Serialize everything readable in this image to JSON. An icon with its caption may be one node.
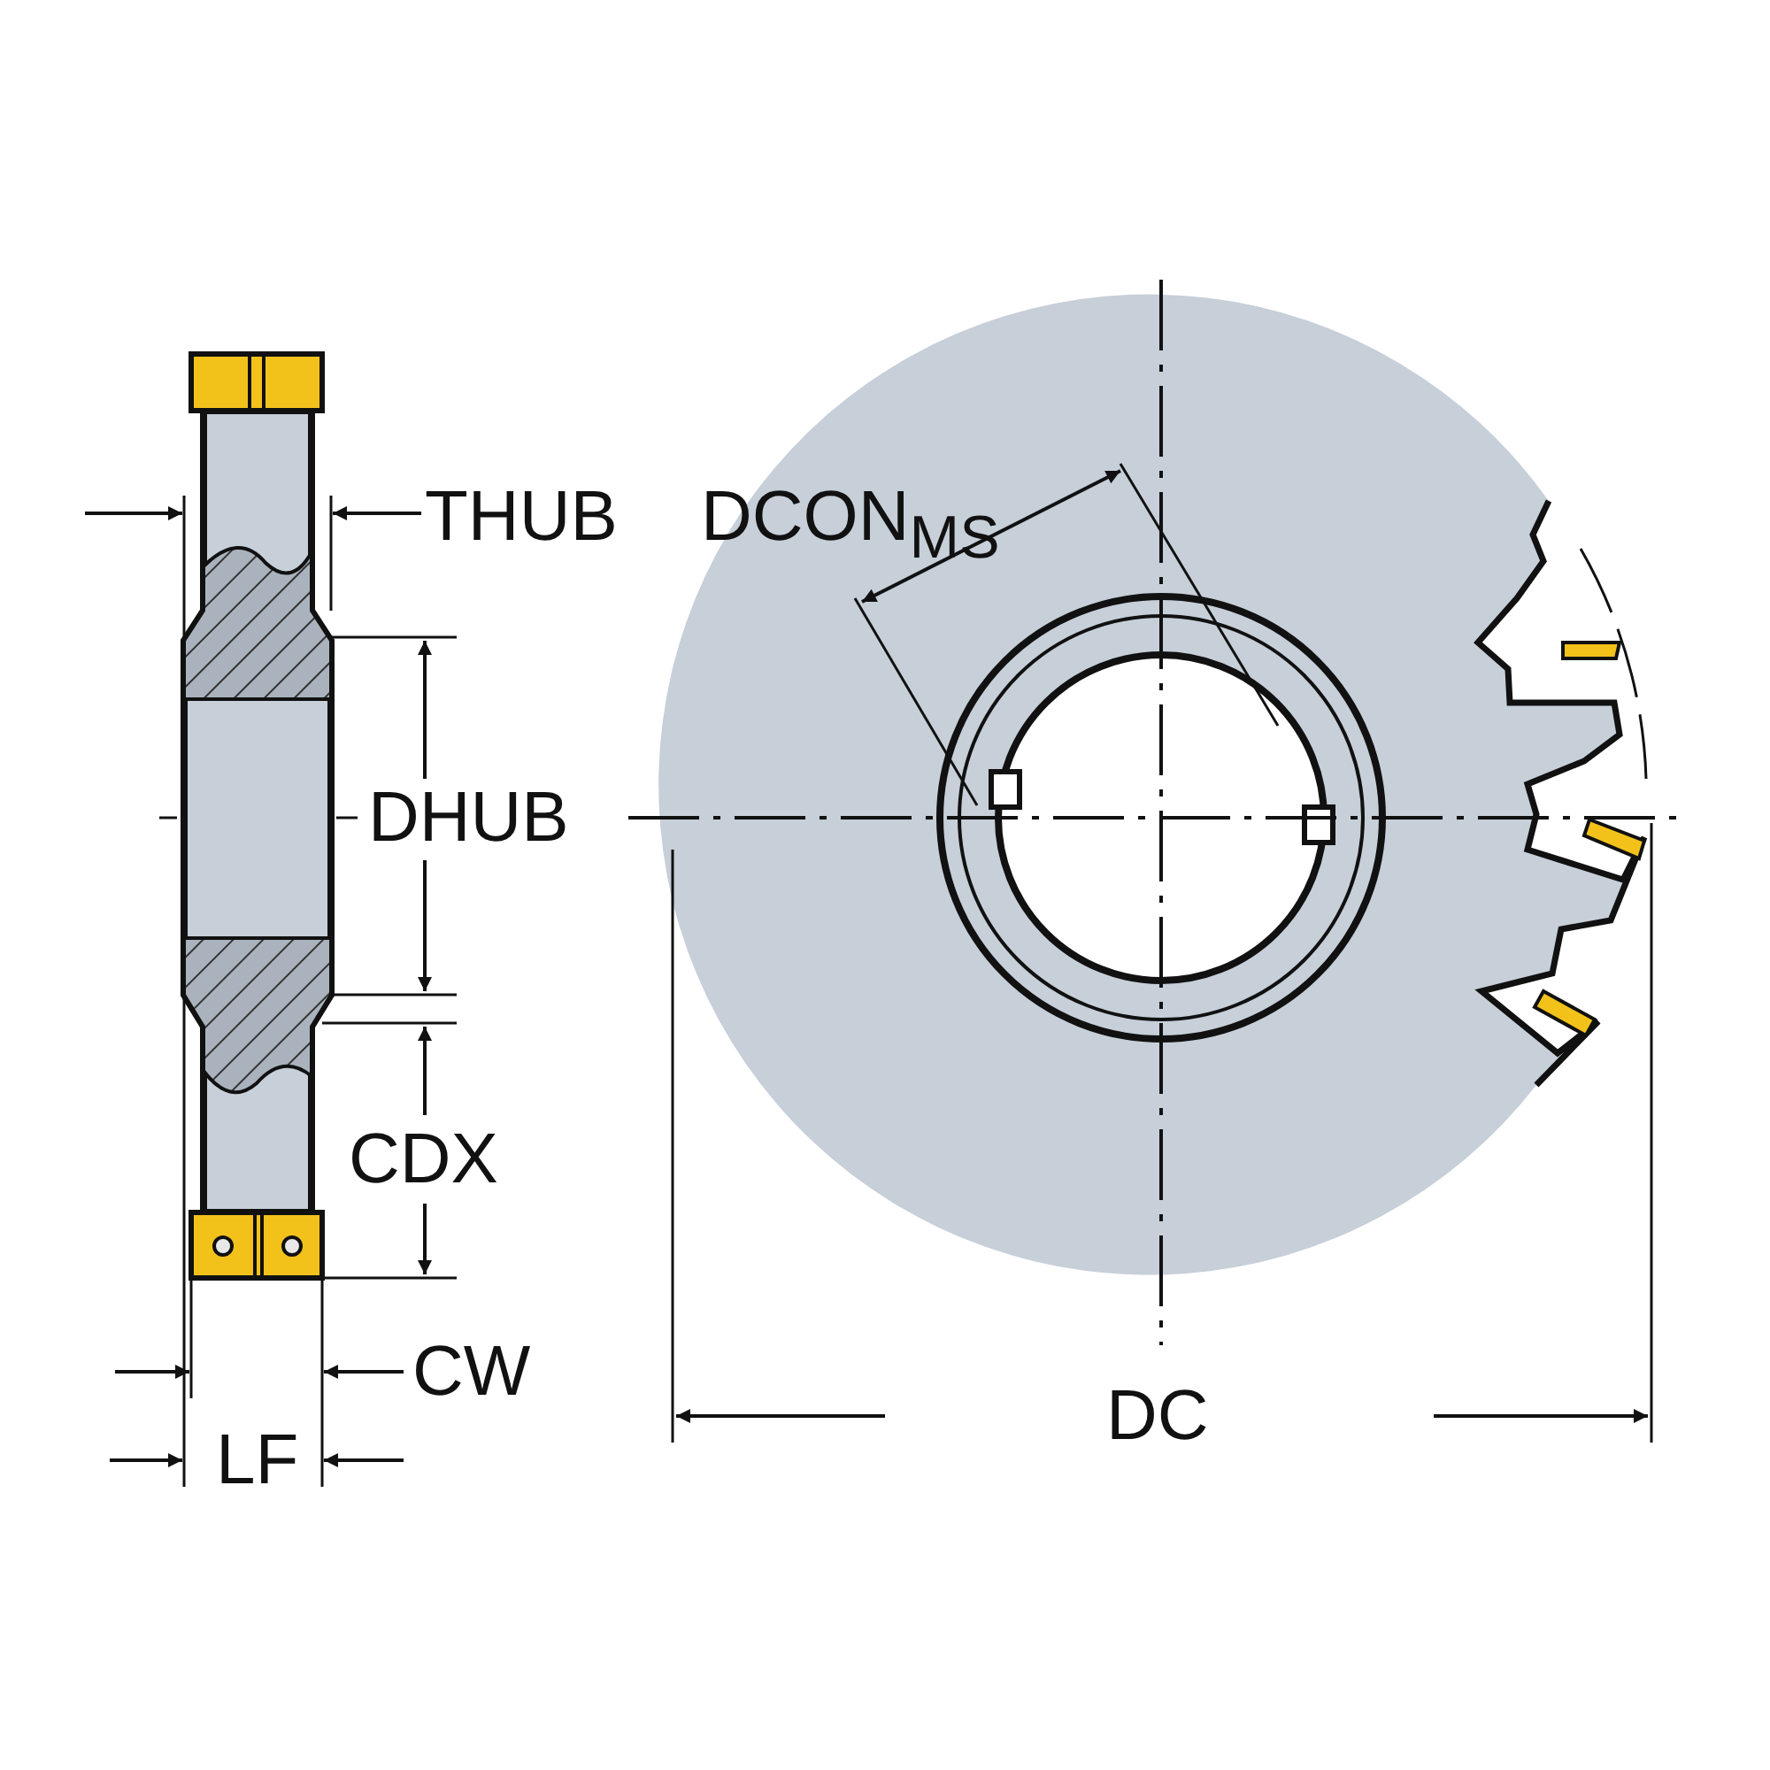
{
  "diagram": {
    "labels": [
      "THUB",
      "DCON$_{MS}$",
      "DHUB",
      "CDX",
      "CW",
      "DC",
      "LF"
    ]
  }
}
